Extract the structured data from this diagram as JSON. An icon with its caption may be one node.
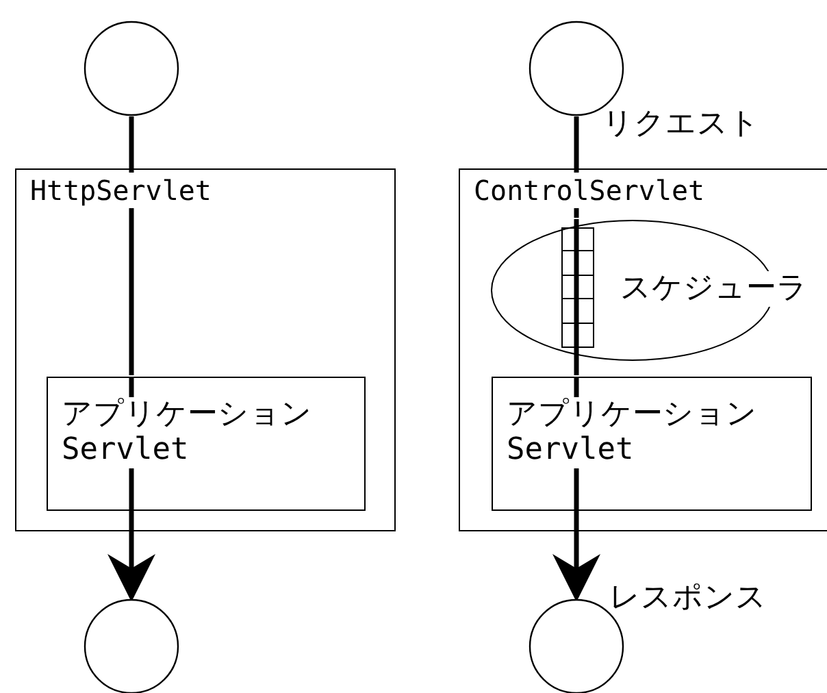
{
  "diagram": {
    "nodes": [
      {
        "text": [],
        "shape": "circle"
      },
      {
        "text": [
          "HttpServlet"
        ]
      },
      {
        "text": [
          "アプリケーション Servlet"
        ],
        "in": 1
      },
      {
        "text": [],
        "shape": "circle"
      },
      {
        "text": [],
        "shape": "circle",
        "beside": [
          "リクエスト"
        ]
      },
      {
        "text": [
          "ControlServlet"
        ]
      },
      {
        "text": [
          "スケジューラ"
        ],
        "in": 5
      },
      {
        "text": [
          "アプリケーション Servlet"
        ],
        "in": 5
      },
      {
        "text": [],
        "shape": "circle",
        "beside": [
          "レスポンス"
        ]
      }
    ],
    "edges": [
      {
        "from": 0,
        "to": 2,
        "arrow": "none"
      },
      {
        "from": 2,
        "to": 3,
        "arrow": "to"
      },
      {
        "from": 4,
        "to": 6,
        "arrow": "none"
      },
      {
        "from": 6,
        "to": 7,
        "arrow": "none"
      },
      {
        "from": 7,
        "to": 8,
        "arrow": "to"
      }
    ]
  }
}
